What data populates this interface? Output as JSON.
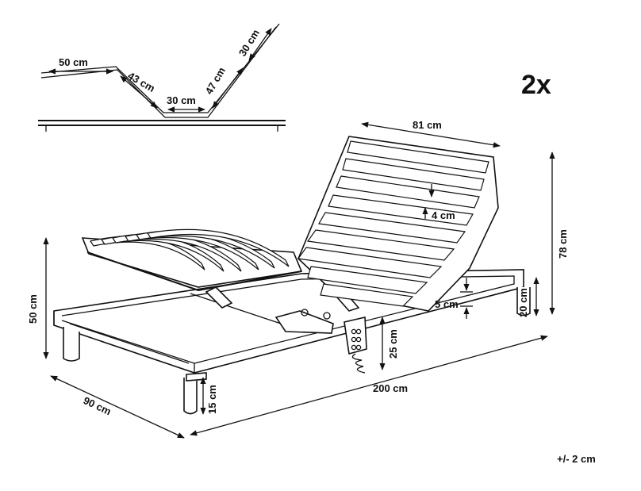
{
  "quantity": "2x",
  "tolerance": "+/- 2 cm",
  "profile": {
    "seg_50": "50 cm",
    "seg_43": "43 cm",
    "seg_30a": "30 cm",
    "seg_47": "47 cm",
    "seg_30b": "30 cm"
  },
  "dimensions": {
    "backrest_width": "81 cm",
    "slat_gap": "4 cm",
    "slat_height": "5 cm",
    "total_height": "78 cm",
    "frame_height_right": "20 cm",
    "frame_height_mid": "25 cm",
    "head_height": "50 cm",
    "leg_height": "15 cm",
    "width": "90 cm",
    "length": "200 cm"
  }
}
